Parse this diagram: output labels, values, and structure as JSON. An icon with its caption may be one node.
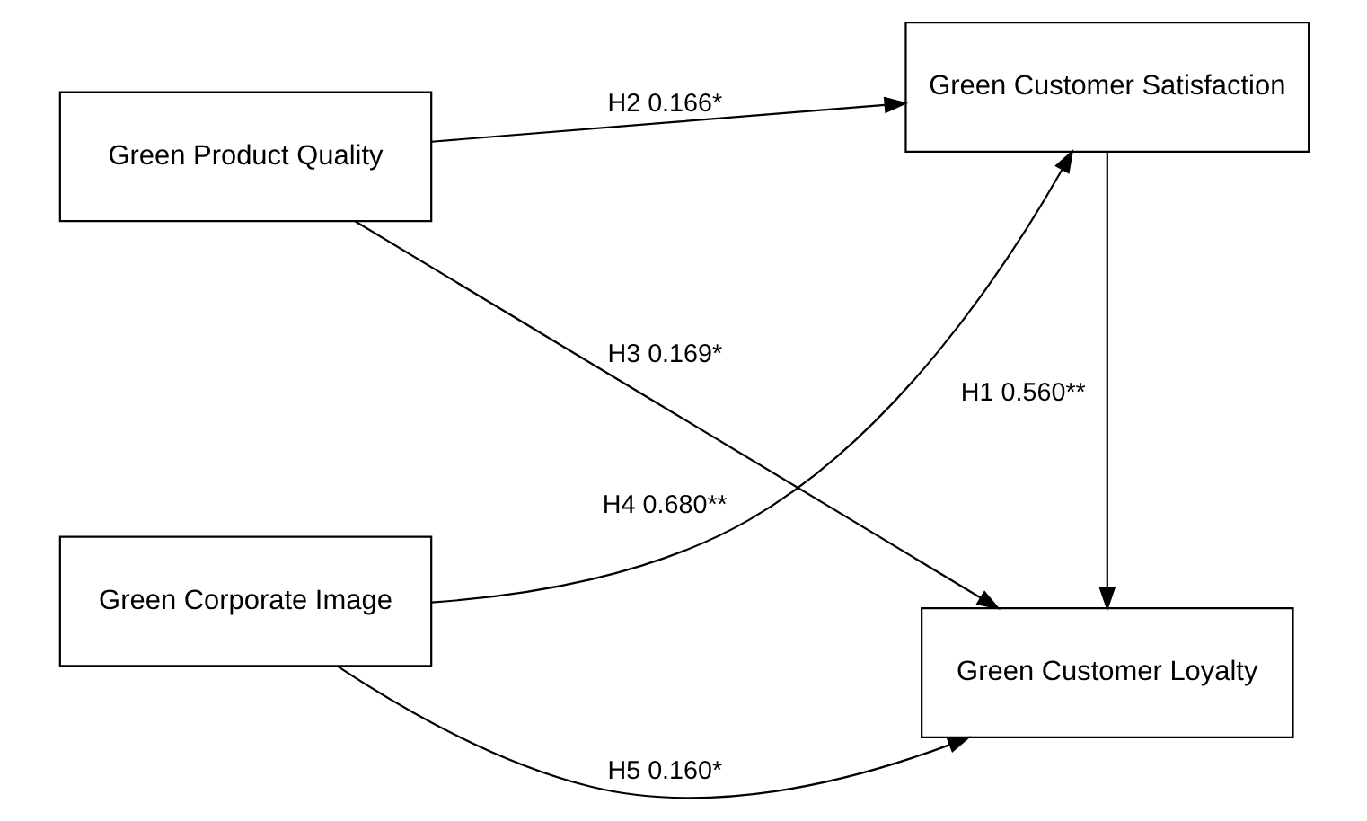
{
  "diagram": {
    "nodes": [
      {
        "text": [
          "Green Product Quality"
        ]
      },
      {
        "text": [
          "Green Customer Satisfaction"
        ]
      },
      {
        "text": [
          "Green Corporate Image"
        ]
      },
      {
        "text": [
          "Green Customer Loyalty"
        ]
      }
    ],
    "edges": [
      {
        "from": 0,
        "to": 1,
        "arrow": "to",
        "label": "H2 0.166*"
      },
      {
        "from": 0,
        "to": 3,
        "arrow": "to",
        "label": "H3 0.169*"
      },
      {
        "from": 2,
        "to": 1,
        "arrow": "to",
        "label": "H4 0.680**"
      },
      {
        "from": 2,
        "to": 3,
        "arrow": "to",
        "label": "H5 0.160*"
      },
      {
        "from": 1,
        "to": 3,
        "arrow": "to",
        "label": "H1 0.560**"
      }
    ]
  }
}
